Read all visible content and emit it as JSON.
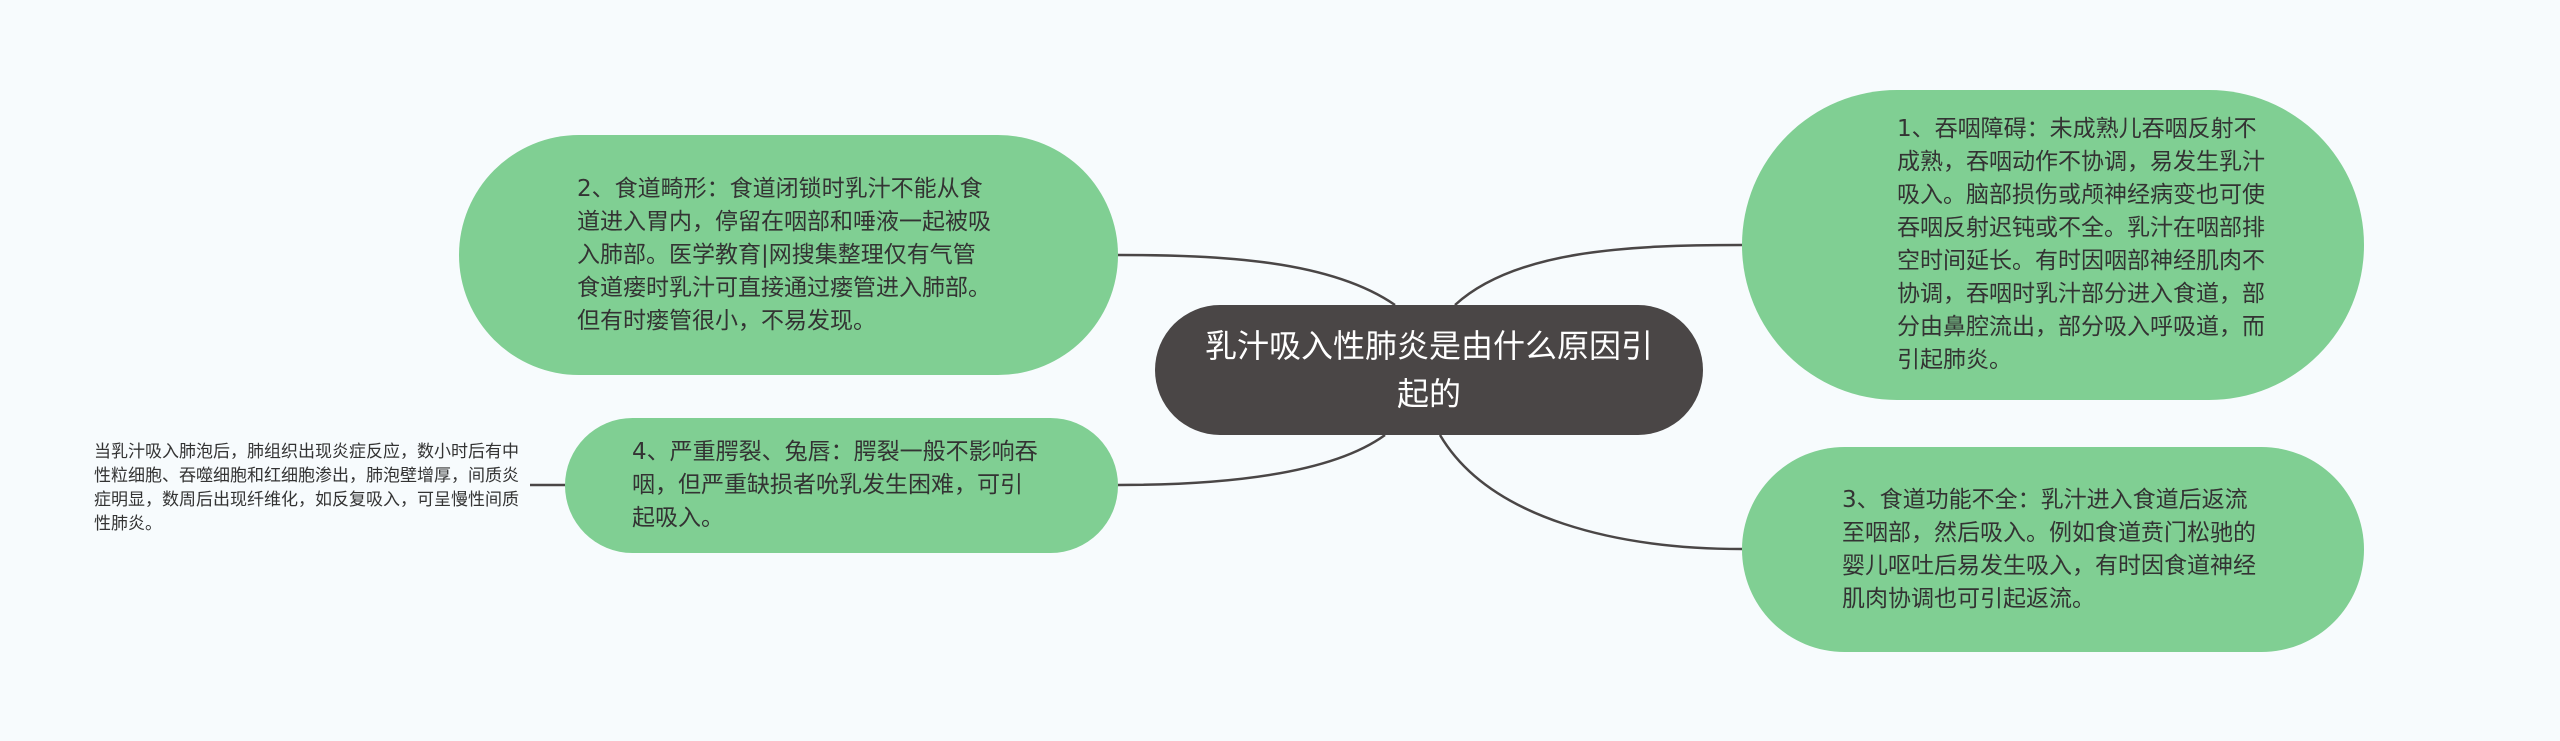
{
  "colors": {
    "background": "#f7fbfd",
    "root_fill": "#4a4646",
    "branch_fill": "#80cf93",
    "connector": "#4a4646"
  },
  "root": {
    "text": "乳汁吸入性肺炎是由什么原因引起的"
  },
  "branches": [
    {
      "id": "dysphagia",
      "text": "1、吞咽障碍：未成熟儿吞咽反射不成熟，吞咽动作不协调，易发生乳汁吸入。脑部损伤或颅神经病变也可使吞咽反射迟钝或不全。乳汁在咽部排空时间延长。有时因咽部神经肌肉不协调，吞咽时乳汁部分进入食道，部分由鼻腔流出，部分吸入呼吸道，而引起肺炎。"
    },
    {
      "id": "esophageal-malformation",
      "text": "2、食道畸形：食道闭锁时乳汁不能从食道进入胃内，停留在咽部和唾液一起被吸入肺部。医学教育|网搜集整理仅有气管食道瘘时乳汁可直接通过瘘管进入肺部。但有时瘘管很小，不易发现。"
    },
    {
      "id": "esophageal-insufficiency",
      "text": "3、食道功能不全：乳汁进入食道后返流至咽部，然后吸入。例如食道贲门松驰的婴儿呕吐后易发生吸入，有时因食道神经肌肉协调也可引起返流。"
    },
    {
      "id": "cleft-palate",
      "text": "4、严重腭裂、兔唇：腭裂一般不影响吞咽，但严重缺损者吮乳发生困难，可引起吸入。"
    }
  ],
  "leaf": {
    "text": "当乳汁吸入肺泡后，肺组织出现炎症反应，数小时后有中性粒细胞、吞噬细胞和红细胞渗出，肺泡壁增厚，间质炎症明显，数周后出现纤维化，如反复吸入，可呈慢性间质性肺炎。"
  }
}
